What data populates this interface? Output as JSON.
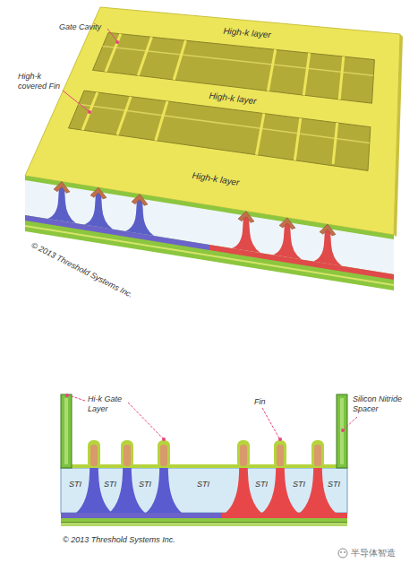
{
  "diagram": {
    "labels": [
      "Gate Cavity",
      "High-k covered Fin",
      "High-k layer",
      "High-k layer",
      "High-k layer",
      "© 2013 Threshold Systems Inc.",
      "Hi-k Gate Layer",
      "Silicon Nitride Spacer",
      "Fin",
      "STI",
      "STI",
      "STI",
      "STI",
      "STI",
      "STI",
      "STI",
      "© 2013 Threshold Systems Inc.",
      "半导体智造"
    ]
  }
}
